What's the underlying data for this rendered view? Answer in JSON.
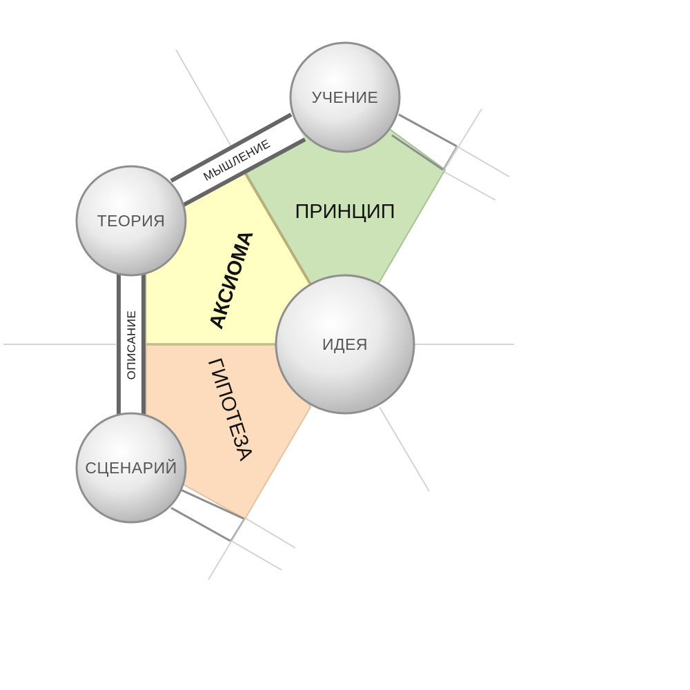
{
  "nodes": {
    "uchenie": "УЧЕНИЕ",
    "teoriya": "ТЕОРИЯ",
    "ideya": "ИДЕЯ",
    "scenariy": "СЦЕНАРИЙ"
  },
  "regions": {
    "printsip": "ПРИНЦИП",
    "aksioma": "АКСИОМА",
    "gipoteza": "ГИПОТЕЗА"
  },
  "links": {
    "myshlenie": "МЫШЛЕНИЕ",
    "opisanie": "ОПИСАНИЕ"
  },
  "colors": {
    "printsip_fill": "#cce3b8",
    "aksioma_fill": "#ffffc4",
    "gipoteza_fill": "#fddcbd",
    "connector_dark": "#666666",
    "node_edge": "#8f8f8f"
  }
}
